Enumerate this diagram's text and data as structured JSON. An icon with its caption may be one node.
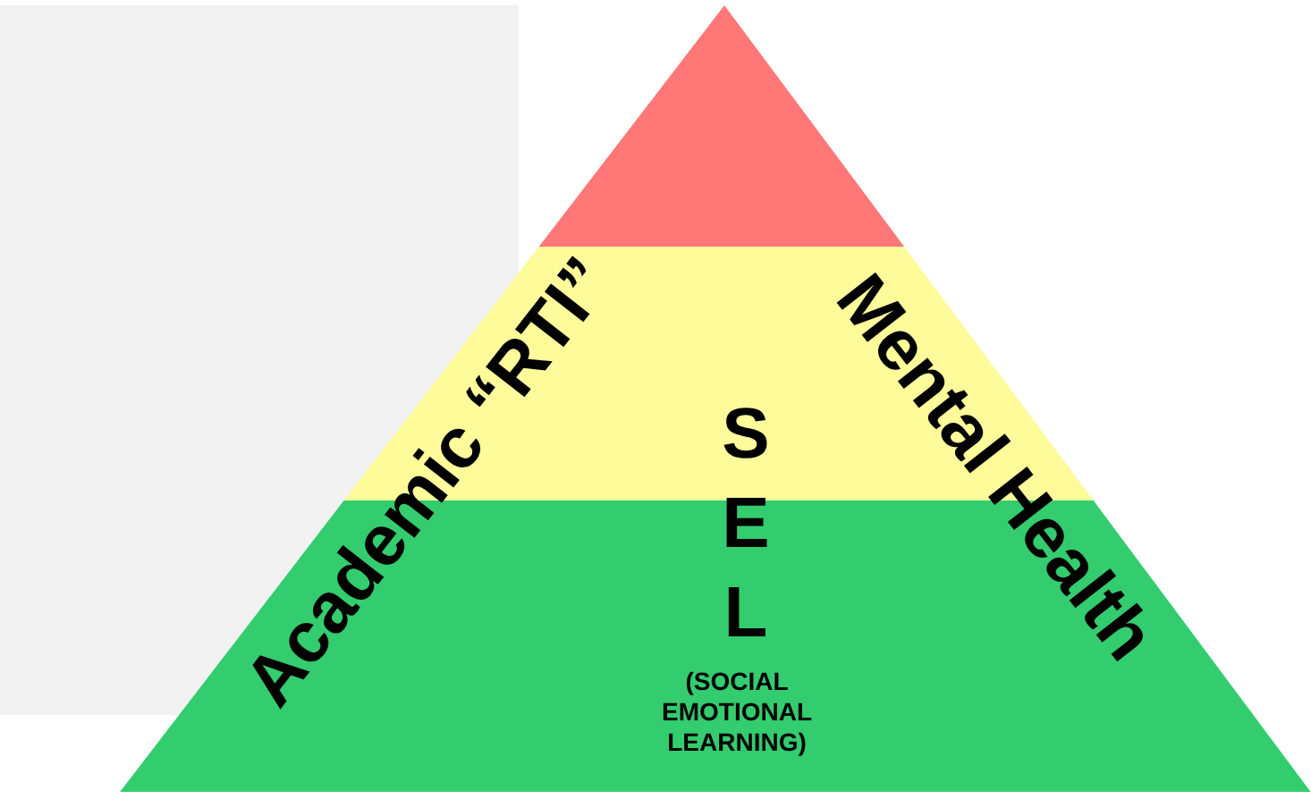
{
  "diagram": {
    "labels": [
      "Academic “RTI”",
      "SEL",
      "(SOCIAL EMOTIONAL LEARNING)",
      "Mental Health"
    ]
  }
}
